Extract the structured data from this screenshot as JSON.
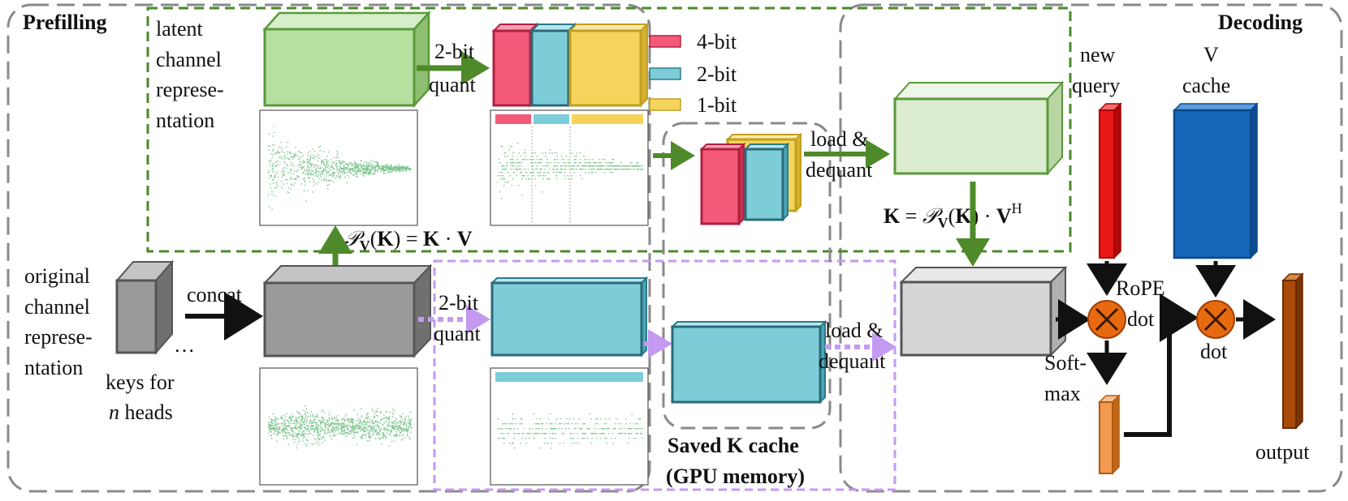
{
  "diagram": {
    "sections": {
      "prefilling": "Prefilling",
      "decoding": "Decoding"
    },
    "labels": {
      "latent_rep": [
        "latent",
        "channel",
        "represe-",
        "ntation"
      ],
      "original_rep": [
        "original",
        "channel",
        "represe-",
        "ntation"
      ],
      "keys_for": "keys for",
      "n_heads_n": "n",
      "n_heads_rest": " heads",
      "ellipsis": "…",
      "concat": "concat",
      "quant_top": [
        "2-bit",
        "quant"
      ],
      "quant_bottom": [
        "2-bit",
        "quant"
      ],
      "legend": [
        "4-bit",
        "2-bit",
        "1-bit"
      ],
      "load_dequant_top": [
        "load &",
        "dequant"
      ],
      "load_dequant_bottom": [
        "load &",
        "dequant"
      ],
      "projection_formula": "𝒫_V(K) = K · V",
      "recon_formula": "K = 𝒫_V(K) · V^H",
      "saved_cache": [
        "Saved K cache",
        "(GPU memory)"
      ],
      "new_query": [
        "new",
        "query"
      ],
      "v_cache": [
        "V",
        "cache"
      ],
      "rope_dot": [
        "RoPE",
        "dot"
      ],
      "softmax": [
        "Soft-",
        "max"
      ],
      "dot": "dot",
      "output": "output"
    },
    "colors": {
      "green_box": "#b5e0a0",
      "green_edge": "#5a9a3a",
      "gray_box": "#9a9a9a",
      "teal_box": "#7dcdd8",
      "red_box": "#f25a78",
      "yellow_box": "#f5d45c",
      "light_green_box": "#dcecd0",
      "light_gray_box": "#d6d6d6",
      "query_red": "#e81818",
      "v_blue": "#1565b8",
      "orange_circle": "#e86a10",
      "softmax_orange": "#f29a50",
      "output_brown": "#a84a08",
      "purple_dashed": "#c49af0",
      "green_dashed": "#4a8a2a",
      "scatter": "#7cc48c"
    }
  }
}
